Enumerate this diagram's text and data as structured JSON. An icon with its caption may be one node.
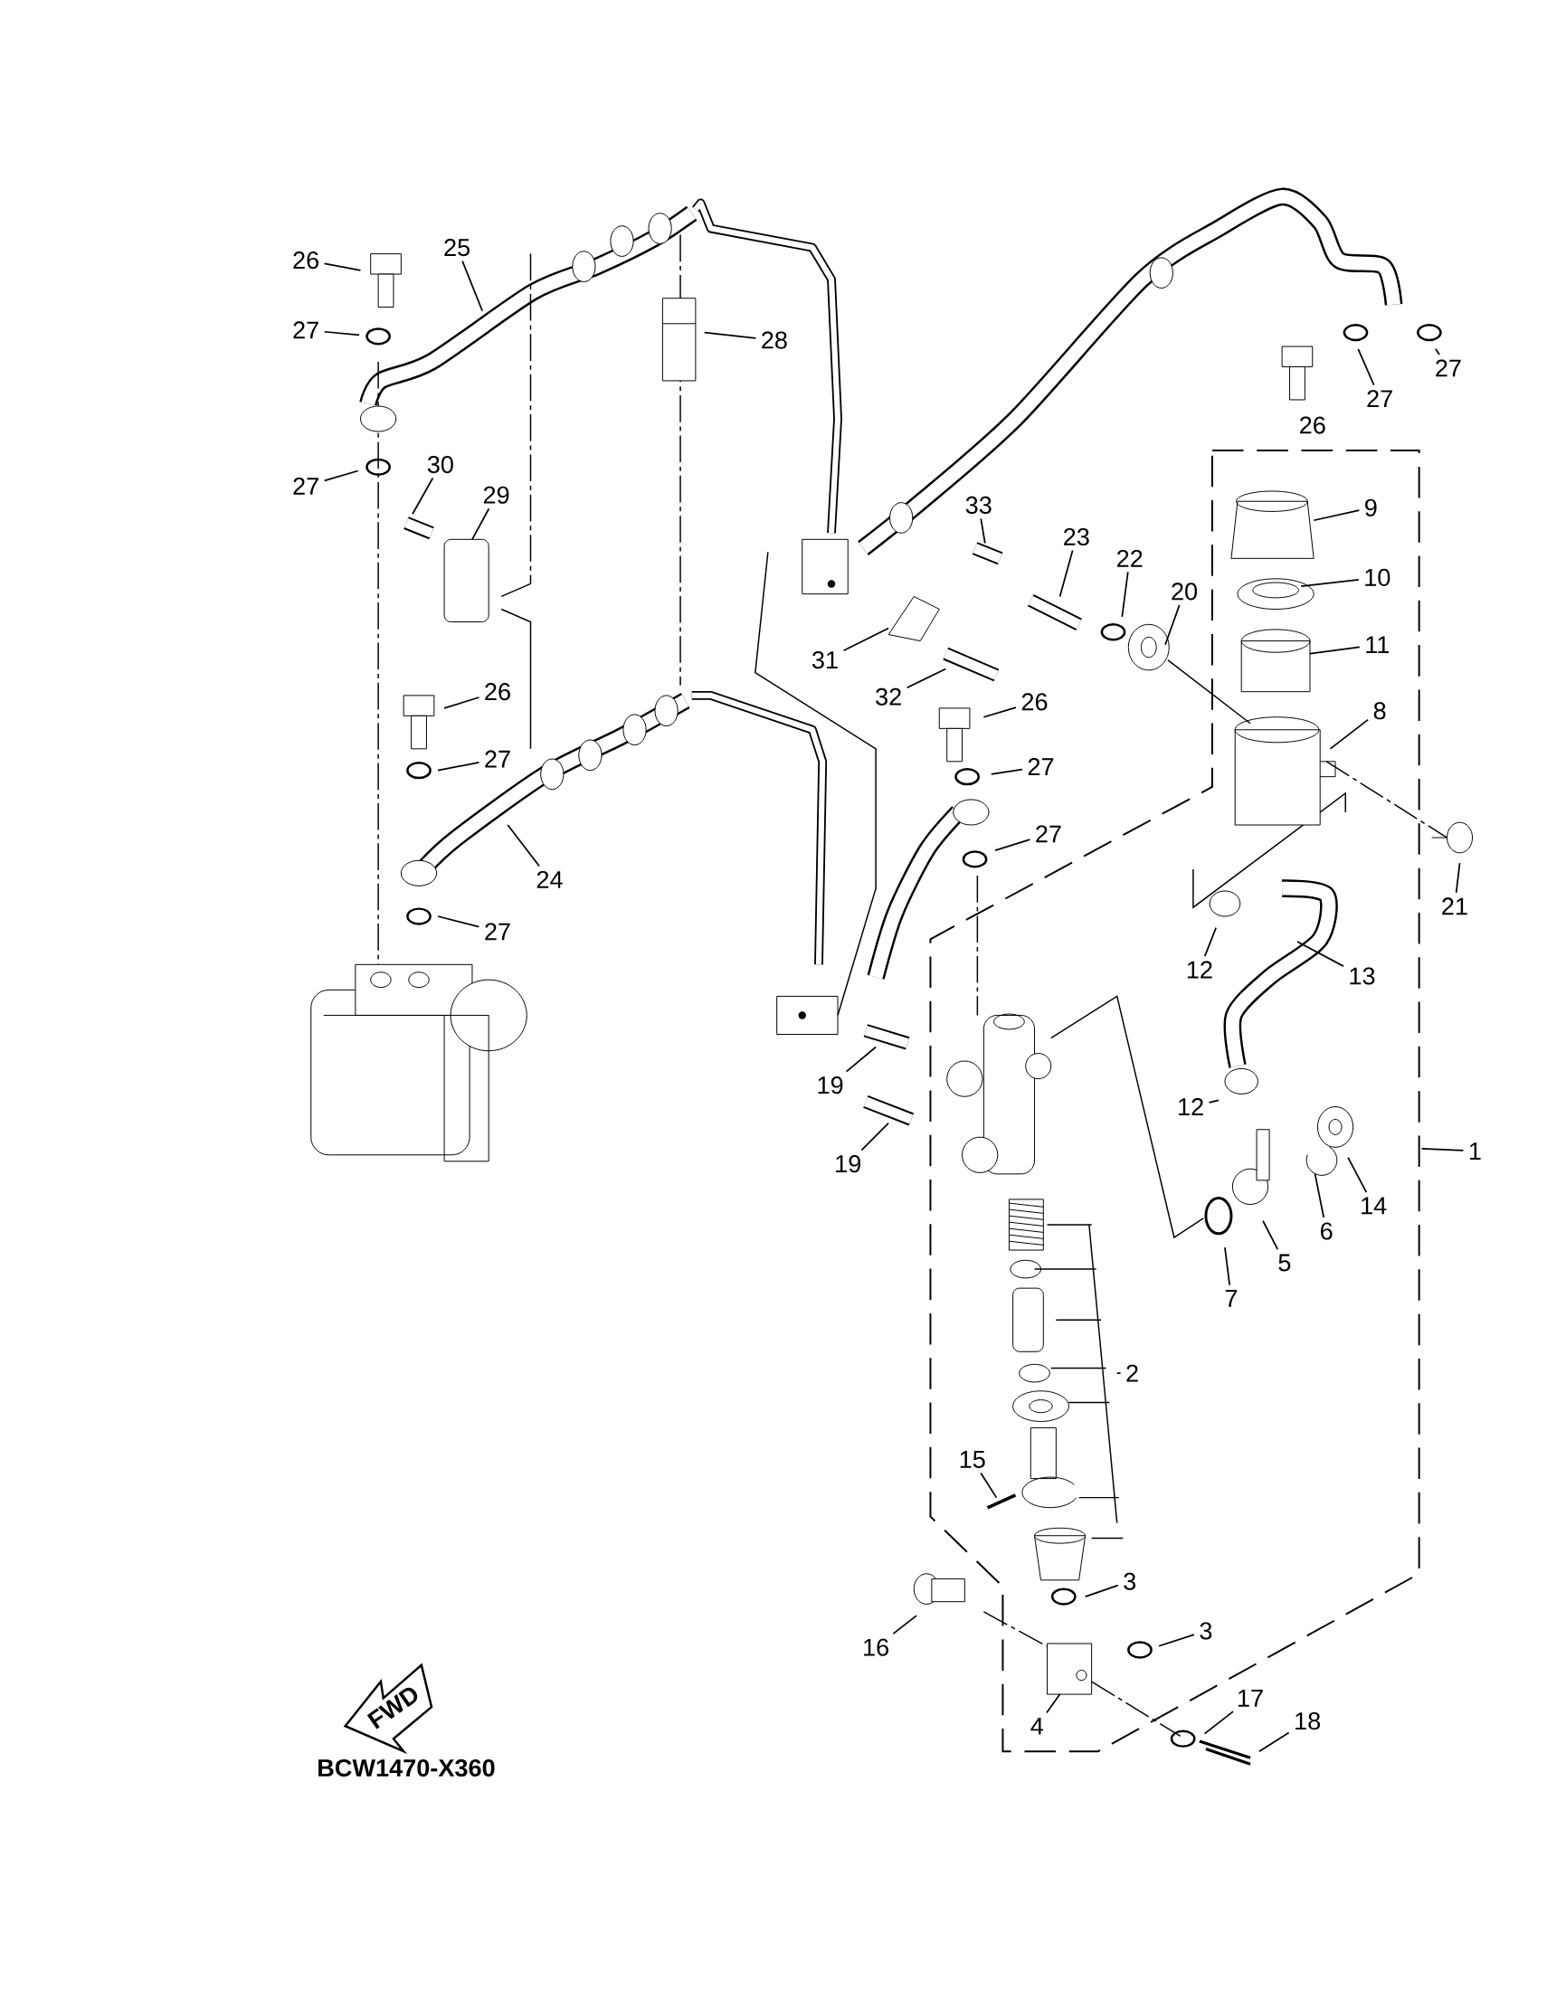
{
  "diagram": {
    "nodes": [
      {
        "text": [
          "26"
        ]
      },
      {
        "text": [
          "25"
        ]
      },
      {
        "text": [
          "27"
        ]
      },
      {
        "text": [
          "27"
        ]
      },
      {
        "text": [
          "30"
        ]
      },
      {
        "text": [
          "29"
        ]
      },
      {
        "text": [
          "28"
        ]
      },
      {
        "text": [
          "26"
        ]
      },
      {
        "text": [
          "27"
        ]
      },
      {
        "text": [
          "27"
        ]
      },
      {
        "text": [
          "9"
        ]
      },
      {
        "text": [
          "10"
        ]
      },
      {
        "text": [
          "11"
        ]
      },
      {
        "text": [
          "8"
        ]
      },
      {
        "text": [
          "33"
        ]
      },
      {
        "text": [
          "23"
        ]
      },
      {
        "text": [
          "22"
        ]
      },
      {
        "text": [
          "20"
        ]
      },
      {
        "text": [
          "31"
        ]
      },
      {
        "text": [
          "32"
        ]
      },
      {
        "text": [
          "26"
        ]
      },
      {
        "text": [
          "27"
        ]
      },
      {
        "text": [
          "27"
        ]
      },
      {
        "text": [
          "21"
        ]
      },
      {
        "text": [
          "12"
        ]
      },
      {
        "text": [
          "13"
        ]
      },
      {
        "text": [
          "12"
        ]
      },
      {
        "text": [
          "14"
        ]
      },
      {
        "text": [
          "6"
        ]
      },
      {
        "text": [
          "5"
        ]
      },
      {
        "text": [
          "7"
        ]
      },
      {
        "text": [
          "1"
        ]
      },
      {
        "text": [
          "19"
        ]
      },
      {
        "text": [
          "19"
        ]
      },
      {
        "text": [
          "24"
        ]
      },
      {
        "text": [
          "26"
        ]
      },
      {
        "text": [
          "27"
        ]
      },
      {
        "text": [
          "27"
        ]
      },
      {
        "text": [
          "2"
        ]
      },
      {
        "text": [
          "15"
        ]
      },
      {
        "text": [
          "3"
        ]
      },
      {
        "text": [
          "3"
        ]
      },
      {
        "text": [
          "16"
        ]
      },
      {
        "text": [
          "4"
        ]
      },
      {
        "text": [
          "17"
        ]
      },
      {
        "text": [
          "18"
        ]
      }
    ],
    "edges": [
      {
        "from": 0,
        "to": null,
        "arrow": "none"
      },
      {
        "from": 1,
        "to": null,
        "arrow": "none"
      },
      {
        "from": 2,
        "to": null,
        "arrow": "none"
      },
      {
        "from": 3,
        "to": null,
        "arrow": "none"
      },
      {
        "from": 4,
        "to": null,
        "arrow": "none"
      },
      {
        "from": 5,
        "to": null,
        "arrow": "none"
      },
      {
        "from": 6,
        "to": null,
        "arrow": "none"
      },
      {
        "from": 8,
        "to": null,
        "arrow": "none"
      },
      {
        "from": 9,
        "to": null,
        "arrow": "none"
      },
      {
        "from": 10,
        "to": null,
        "arrow": "none"
      },
      {
        "from": 11,
        "to": null,
        "arrow": "none"
      },
      {
        "from": 12,
        "to": null,
        "arrow": "none"
      },
      {
        "from": 13,
        "to": null,
        "arrow": "none"
      },
      {
        "from": 14,
        "to": null,
        "arrow": "none"
      },
      {
        "from": 15,
        "to": null,
        "arrow": "none"
      },
      {
        "from": 16,
        "to": null,
        "arrow": "none"
      },
      {
        "from": 17,
        "to": null,
        "arrow": "none"
      },
      {
        "from": 18,
        "to": null,
        "arrow": "none"
      },
      {
        "from": 19,
        "to": null,
        "arrow": "none"
      },
      {
        "from": 20,
        "to": null,
        "arrow": "none"
      },
      {
        "from": 21,
        "to": null,
        "arrow": "none"
      },
      {
        "from": 22,
        "to": null,
        "arrow": "none"
      },
      {
        "from": 23,
        "to": null,
        "arrow": "none"
      },
      {
        "from": 24,
        "to": null,
        "arrow": "none"
      },
      {
        "from": 25,
        "to": null,
        "arrow": "none"
      },
      {
        "from": 26,
        "to": null,
        "arrow": "none"
      },
      {
        "from": 27,
        "to": null,
        "arrow": "none"
      },
      {
        "from": 28,
        "to": null,
        "arrow": "none"
      },
      {
        "from": 29,
        "to": null,
        "arrow": "none"
      },
      {
        "from": 30,
        "to": null,
        "arrow": "none"
      },
      {
        "from": 31,
        "to": null,
        "arrow": "none"
      },
      {
        "from": 32,
        "to": null,
        "arrow": "none"
      },
      {
        "from": 33,
        "to": null,
        "arrow": "none"
      },
      {
        "from": 34,
        "to": null,
        "arrow": "none"
      },
      {
        "from": 35,
        "to": null,
        "arrow": "none"
      },
      {
        "from": 36,
        "to": null,
        "arrow": "none"
      },
      {
        "from": 37,
        "to": null,
        "arrow": "none"
      },
      {
        "from": 38,
        "to": null,
        "arrow": "none"
      },
      {
        "from": 39,
        "to": null,
        "arrow": "none"
      },
      {
        "from": 40,
        "to": null,
        "arrow": "none"
      },
      {
        "from": 41,
        "to": null,
        "arrow": "none"
      },
      {
        "from": 42,
        "to": null,
        "arrow": "none"
      },
      {
        "from": 43,
        "to": null,
        "arrow": "none"
      },
      {
        "from": 44,
        "to": null,
        "arrow": "none"
      },
      {
        "from": 45,
        "to": null,
        "arrow": "none"
      }
    ],
    "labels": [
      "FWD",
      "BCW1470-X360"
    ]
  }
}
